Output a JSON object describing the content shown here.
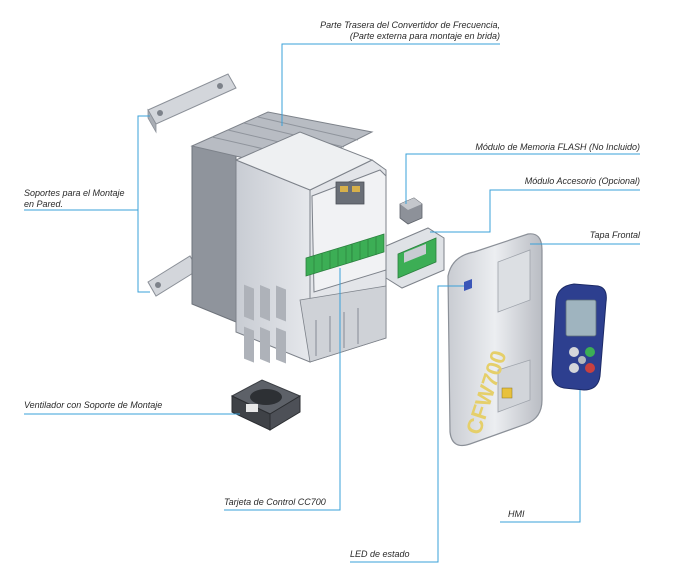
{
  "labels": {
    "rear_line1": "Parte Trasera del Convertidor de Frecuencia,",
    "rear_line2": "(Parte externa para montaje en brida)",
    "flash": "Módulo de Memoria FLASH (No Incluido)",
    "accessory": "Módulo Accesorio (Opcional)",
    "front_cover": "Tapa Frontal",
    "wall_line1": "Soportes para el Montaje",
    "wall_line2": "en Pared.",
    "fan": "Ventilador con Soporte de Montaje",
    "control_board": "Tarjeta de Control CC700",
    "hmi": "HMI",
    "led": "LED de estado"
  },
  "cover_text": "CFW700",
  "colors": {
    "leader": "#3aa0d8",
    "housing": "#d9dce2",
    "housing_dark": "#9ea3ab",
    "terminal_green": "#3cae55",
    "hmi_blue": "#2d3f8f",
    "hmi_screen": "#9fb4bf"
  }
}
